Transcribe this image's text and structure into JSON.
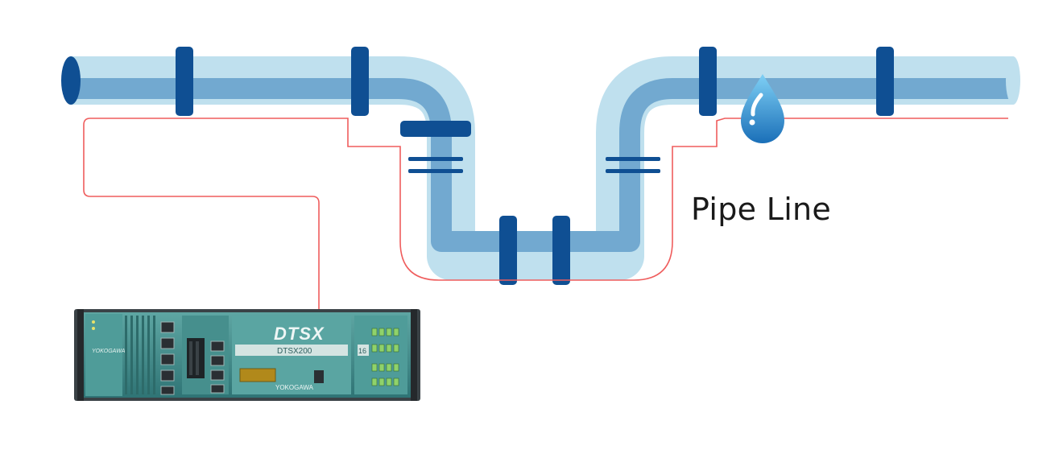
{
  "diagram": {
    "label": "Pipe Line"
  },
  "device": {
    "logo": "DTSX",
    "model": "DTSX200",
    "brand": "YOKOGAWA",
    "channel_count": "16"
  },
  "colors": {
    "pipe_light": "#bfe0ee",
    "pipe_mid": "#72a9d0",
    "clamp": "#0f4f93",
    "fiber": "#ef5d5d",
    "device_body": "#3e8a8b",
    "drop": "#2f95d4"
  },
  "icons": {
    "leak": "water-drop-icon"
  }
}
